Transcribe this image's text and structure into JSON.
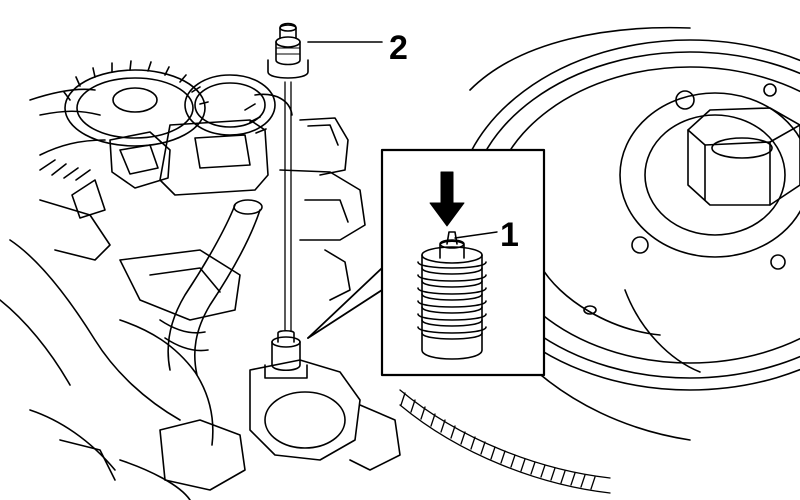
{
  "figure": {
    "callouts": [
      {
        "number": "1",
        "target": "valve-stem-tip"
      },
      {
        "number": "2",
        "target": "grease-nipple"
      }
    ],
    "colors": {
      "line": "#000000",
      "background": "#ffffff"
    },
    "icons": [
      "down-arrow-icon"
    ]
  }
}
